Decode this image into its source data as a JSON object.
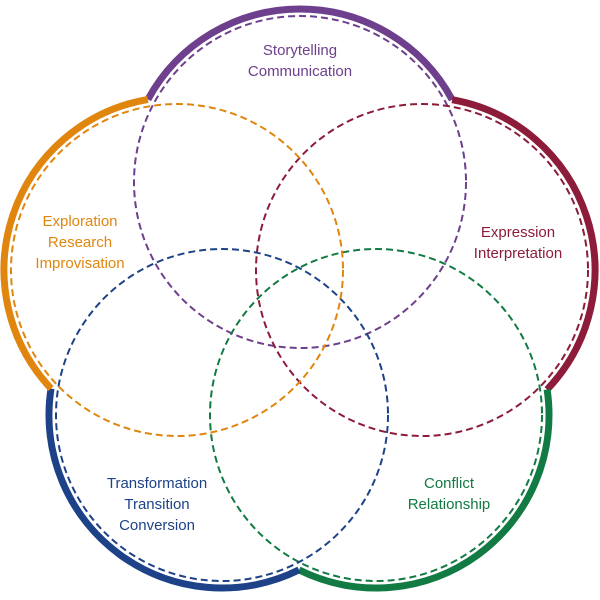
{
  "diagram": {
    "circles": [
      {
        "id": "purple",
        "color": "#6e3f8c",
        "lines": [
          "Storytelling",
          "Communication"
        ]
      },
      {
        "id": "red",
        "color": "#8c1c3a",
        "lines": [
          "Expression",
          "Interpretation"
        ]
      },
      {
        "id": "green",
        "color": "#127a43",
        "lines": [
          "Conflict",
          "Relationship"
        ]
      },
      {
        "id": "blue",
        "color": "#1d4288",
        "lines": [
          "Transformation",
          "Transition",
          "Conversion"
        ]
      },
      {
        "id": "orange",
        "color": "#e0860f",
        "lines": [
          "Exploration",
          "Research",
          "Improvisation"
        ]
      }
    ]
  }
}
